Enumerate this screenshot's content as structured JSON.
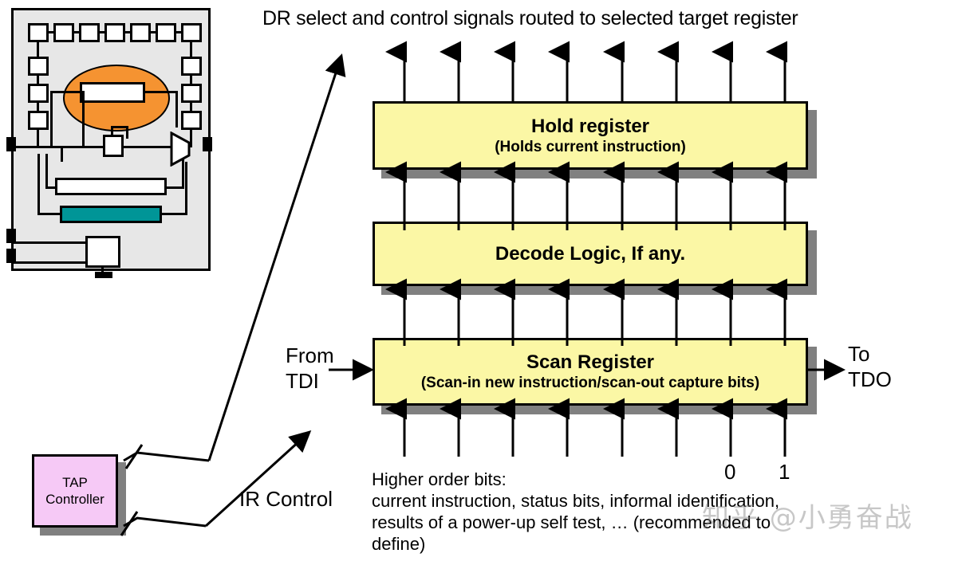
{
  "diagram": {
    "top_caption": "DR select and control signals routed to selected target register",
    "blocks": [
      {
        "id": "hold",
        "title": "Hold register",
        "subtitle": "(Holds current instruction)",
        "fill": "#fbf7a5"
      },
      {
        "id": "decode",
        "title": "Decode Logic, If any.",
        "subtitle": "",
        "fill": "#fbf7a5"
      },
      {
        "id": "scan",
        "title": "Scan Register",
        "subtitle": "(Scan-in new instruction/scan-out capture bits)",
        "fill": "#fbf7a5"
      }
    ],
    "labels": {
      "from_tdi": "From\nTDI",
      "from_tdi_line1": "From",
      "from_tdi_line2": "TDI",
      "to_tdo_line1": "To",
      "to_tdo_line2": "TDO",
      "ir_control": "IR Control",
      "bit_zero": "0",
      "bit_one": "1"
    },
    "bottom_note": "Higher order bits:\ncurrent instruction, status bits, informal identification,\nresults of a power-up self test, … (recommended to\ndefine)",
    "bottom_note_lines": [
      "Higher order bits:",
      "current instruction, status bits, informal identification,",
      "results of a power-up self test, … (recommended to",
      "define)"
    ],
    "tap_controller": {
      "line1": "TAP",
      "line2": "Controller",
      "fill": "#f6c9f6"
    },
    "bus_arrow_count": 8,
    "colors": {
      "block_fill": "#fbf7a5",
      "shadow": "#808080",
      "chip_fill": "#e7e7e7",
      "core_fill": "#f59331",
      "register_teal": "#009597",
      "tap_fill": "#f6c9f6",
      "stroke": "#000000"
    }
  },
  "watermark": "知乎 @小勇奋战"
}
